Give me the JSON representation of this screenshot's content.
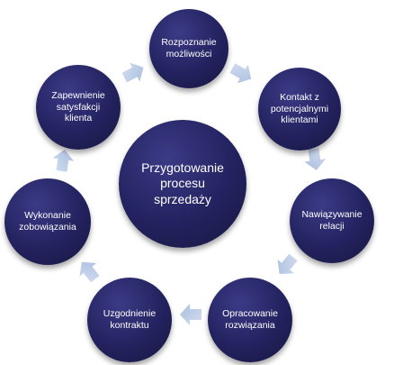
{
  "diagram": {
    "center": {
      "label": "Przygotowanie\nprocesu\nsprzedaży"
    },
    "nodes": [
      {
        "label": "Rozpoznanie\nmożliwości"
      },
      {
        "label": "Kontakt z\npotencjalnymi\nklientami"
      },
      {
        "label": "Nawiązywanie\nrelacji"
      },
      {
        "label": "Opracowanie\nrozwiązania"
      },
      {
        "label": "Uzgodnienie\nkontraktu"
      },
      {
        "label": "Wykonanie\nzobowiązania"
      },
      {
        "label": "Zapewnienie\nsatysfakcji\nklienta"
      }
    ],
    "colors": {
      "node": "#23225f",
      "arrow": "#b8c8e4",
      "text": "#ffffff"
    }
  }
}
